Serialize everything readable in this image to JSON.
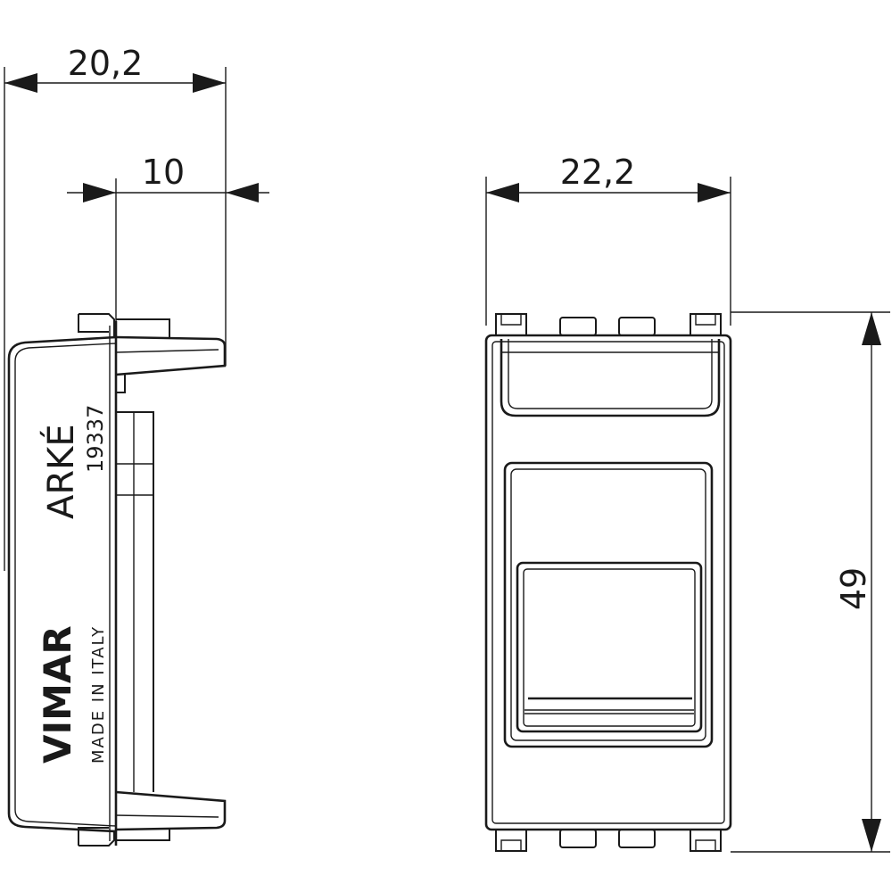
{
  "dimensions": {
    "side_total_width": "20,2",
    "side_depth": "10",
    "front_width": "22,2",
    "front_height": "49"
  },
  "side_view": {
    "product_line": "ARKÉ",
    "product_code": "19337",
    "brand": "VIMAR",
    "origin": "MADE IN ITALY"
  },
  "colors": {
    "line": "#1a1a1a",
    "background": "#ffffff"
  }
}
